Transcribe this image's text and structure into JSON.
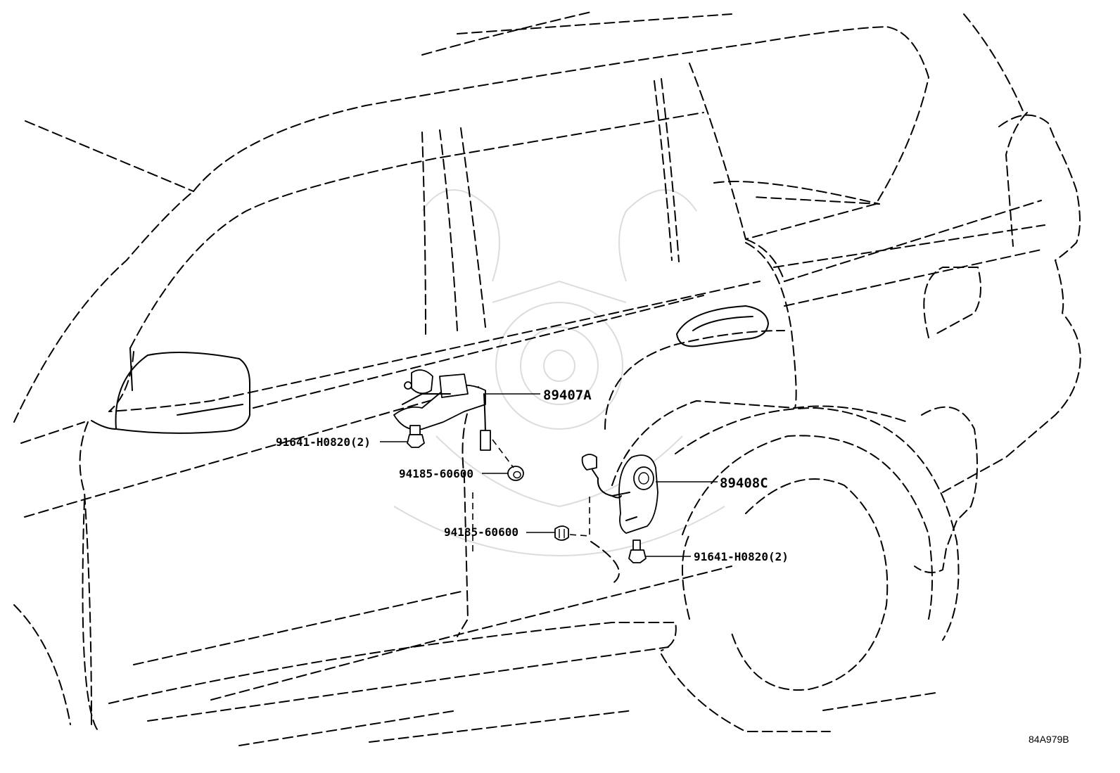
{
  "diagram": {
    "callouts": {
      "height_sensor_front": "89407A",
      "height_sensor_rear": "89408C",
      "bolt_front": "91641-H0820(2)",
      "bolt_rear": "91641-H0820(2)",
      "nut_front": "94185-60600",
      "nut_rear": "94185-60600"
    },
    "illustration_code": "84A979B"
  }
}
